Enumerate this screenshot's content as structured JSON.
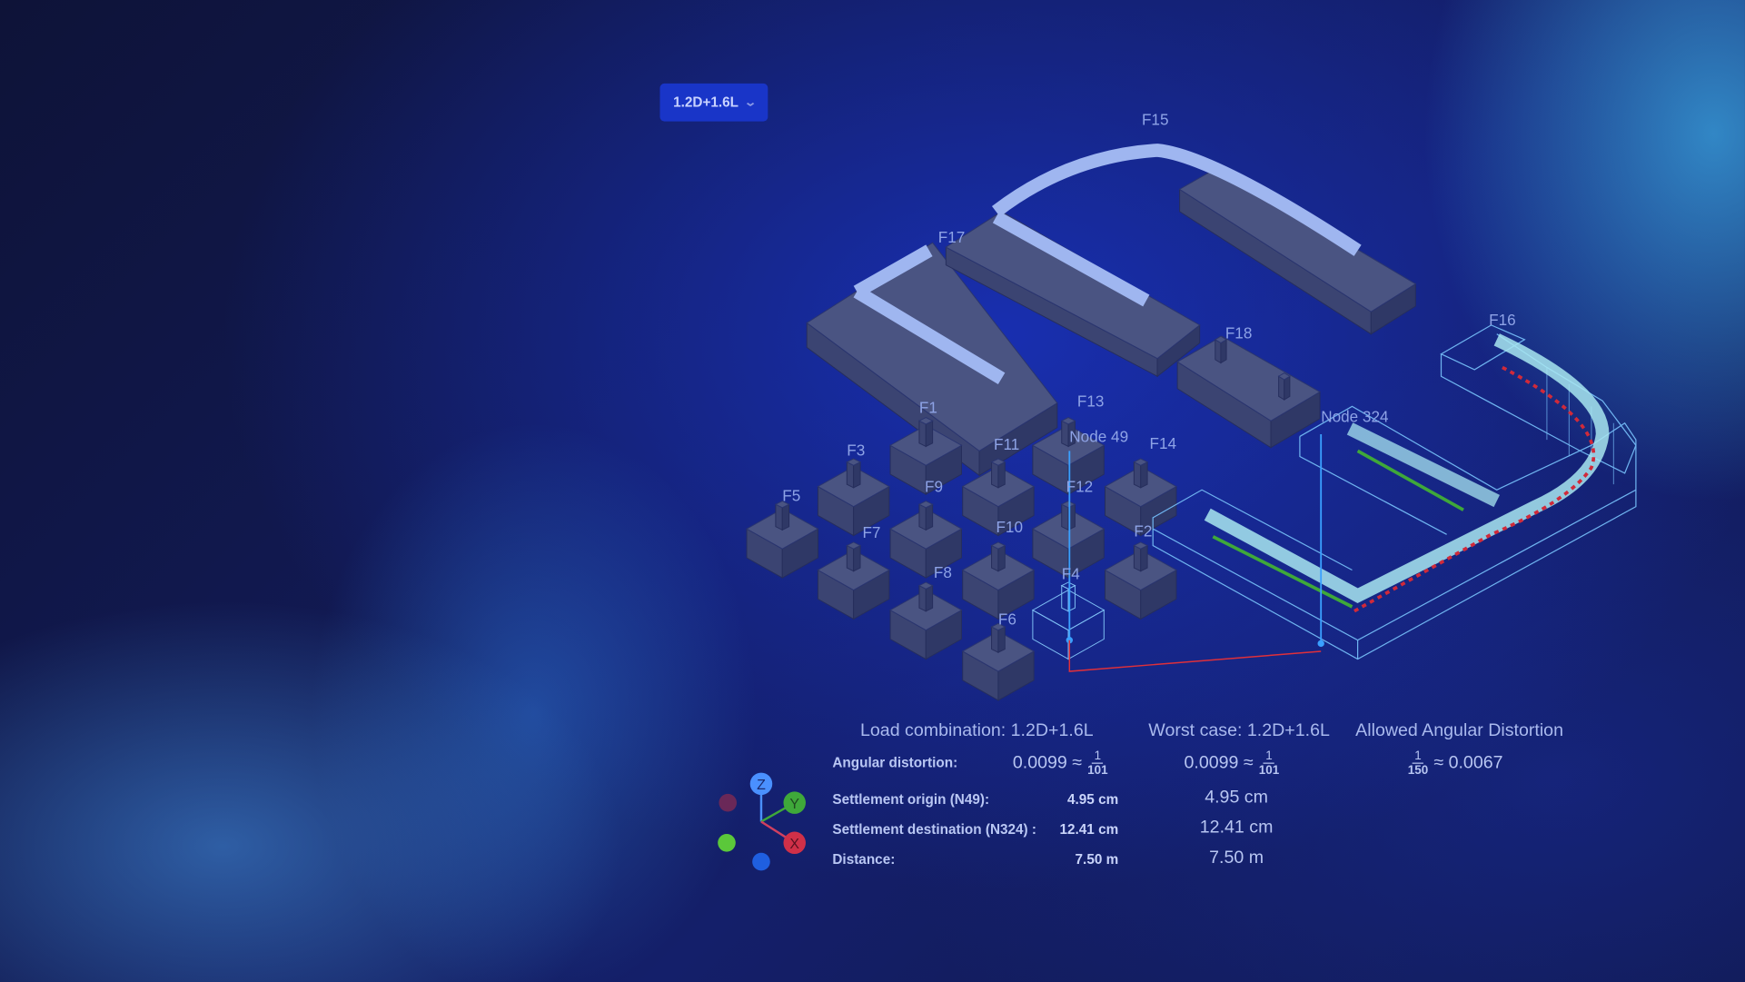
{
  "toolbar": {
    "load_combination_dropdown": "1.2D+1.6L",
    "chevron": "⌄"
  },
  "scene": {
    "footings": {
      "F1": "F1",
      "F2": "F2",
      "F3": "F3",
      "F4": "F4",
      "F5": "F5",
      "F6": "F6",
      "F7": "F7",
      "F8": "F8",
      "F9": "F9",
      "F10": "F10",
      "F11": "F11",
      "F12": "F12",
      "F13": "F13",
      "F14": "F14",
      "F15": "F15",
      "F16": "F16",
      "F17": "F17",
      "F18": "F18"
    },
    "nodes": {
      "origin": "Node 49",
      "destination": "Node 324"
    },
    "colors": {
      "wall": "#9fb6f0",
      "highlight_wall": "#a8e6f0",
      "measure_line": "#3aa0ff",
      "distance_line": "#e0303a",
      "settlement_curve": "#d02a3a",
      "green_curve": "#3fa83a"
    }
  },
  "axes_gizmo": {
    "z": "Z",
    "y": "Y",
    "x": "X"
  },
  "results": {
    "header_load": "Load combination:  1.2D+1.6L",
    "header_worst": "Worst case: 1.2D+1.6L",
    "header_allowed": "Allowed Angular Distortion",
    "rows": [
      {
        "label": "Angular distortion:",
        "value": "0.0099 ≈",
        "num": "1",
        "den": "101",
        "worst": "0.0099 ≈",
        "worst_num": "1",
        "worst_den": "101",
        "allowed_num": "1",
        "allowed_den": "150",
        "allowed": "≈ 0.0067"
      },
      {
        "label": "Settlement origin (N49):",
        "value": "4.95 cm",
        "worst": "4.95 cm"
      },
      {
        "label": "Settlement destination (N324) :",
        "value": "12.41 cm",
        "worst": "12.41 cm"
      },
      {
        "label": "Distance:",
        "value": "7.50 m",
        "worst": "7.50 m"
      }
    ]
  }
}
